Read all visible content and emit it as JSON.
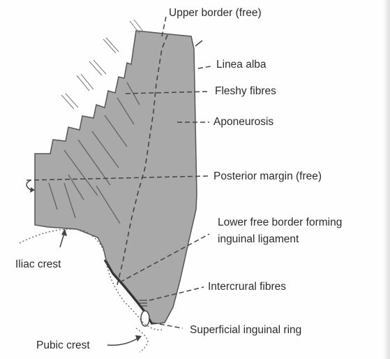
{
  "labels": {
    "upper_border": "Upper border (free)",
    "linea_alba": "Linea alba",
    "fleshy_fibres": "Fleshy fibres",
    "aponeurosis": "Aponeurosis",
    "posterior_margin": "Posterior margin (free)",
    "lower_free_border_line1": "Lower free border forming",
    "lower_free_border_line2": "inguinal ligament",
    "iliac_crest": "Iliac crest",
    "intercrural_fibres": "Intercrural fibres",
    "superficial_inguinal_ring": "Superficial inguinal ring",
    "pubic_crest": "Pubic crest"
  },
  "colors": {
    "muscle_fill": "#a9a9a9",
    "outline": "#555555",
    "leader_line": "#444444",
    "label_text": "#2b2b2b"
  }
}
